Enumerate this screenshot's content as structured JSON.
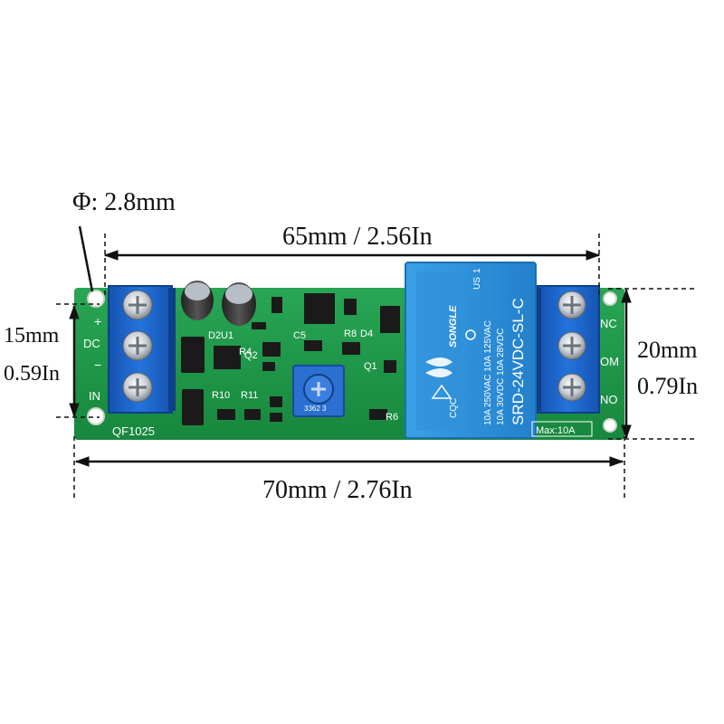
{
  "dimensions": {
    "hole_diameter": "Φ: 2.8mm",
    "top_width": "65mm / 2.56In",
    "bottom_width": "70mm / 2.76In",
    "left_height_mm": "15mm",
    "left_height_in": "0.59In",
    "right_height_mm": "20mm",
    "right_height_in": "0.79In"
  },
  "board": {
    "model": "QF1025",
    "input_plus": "+",
    "input_dc": "DC",
    "input_minus": "−",
    "input_in": "IN",
    "out_nc": "NC",
    "out_com": "OM",
    "out_no": "NO",
    "max_current": "Max:10A",
    "labels": {
      "d2u1": "D2U1",
      "r4": "R4",
      "r10": "R10",
      "r11": "R11",
      "q2": "Q2",
      "c5": "C5",
      "r8": "R8",
      "d4": "D4",
      "q1": "Q1",
      "r6": "R6",
      "pot": "3362 3"
    }
  },
  "relay": {
    "brand": "SONGLE",
    "model": "SRD-24VDC-SL-C",
    "rating_1": "10A 250VAC  10A 125VAC",
    "rating_2": "10A  30VDC  10A  28VDC",
    "cqc": "CQC",
    "us": "US",
    "num": "1"
  },
  "colors": {
    "pcb": "#1f9a4a",
    "terminal": "#1a63c9",
    "relay": "#2e8fd8"
  }
}
